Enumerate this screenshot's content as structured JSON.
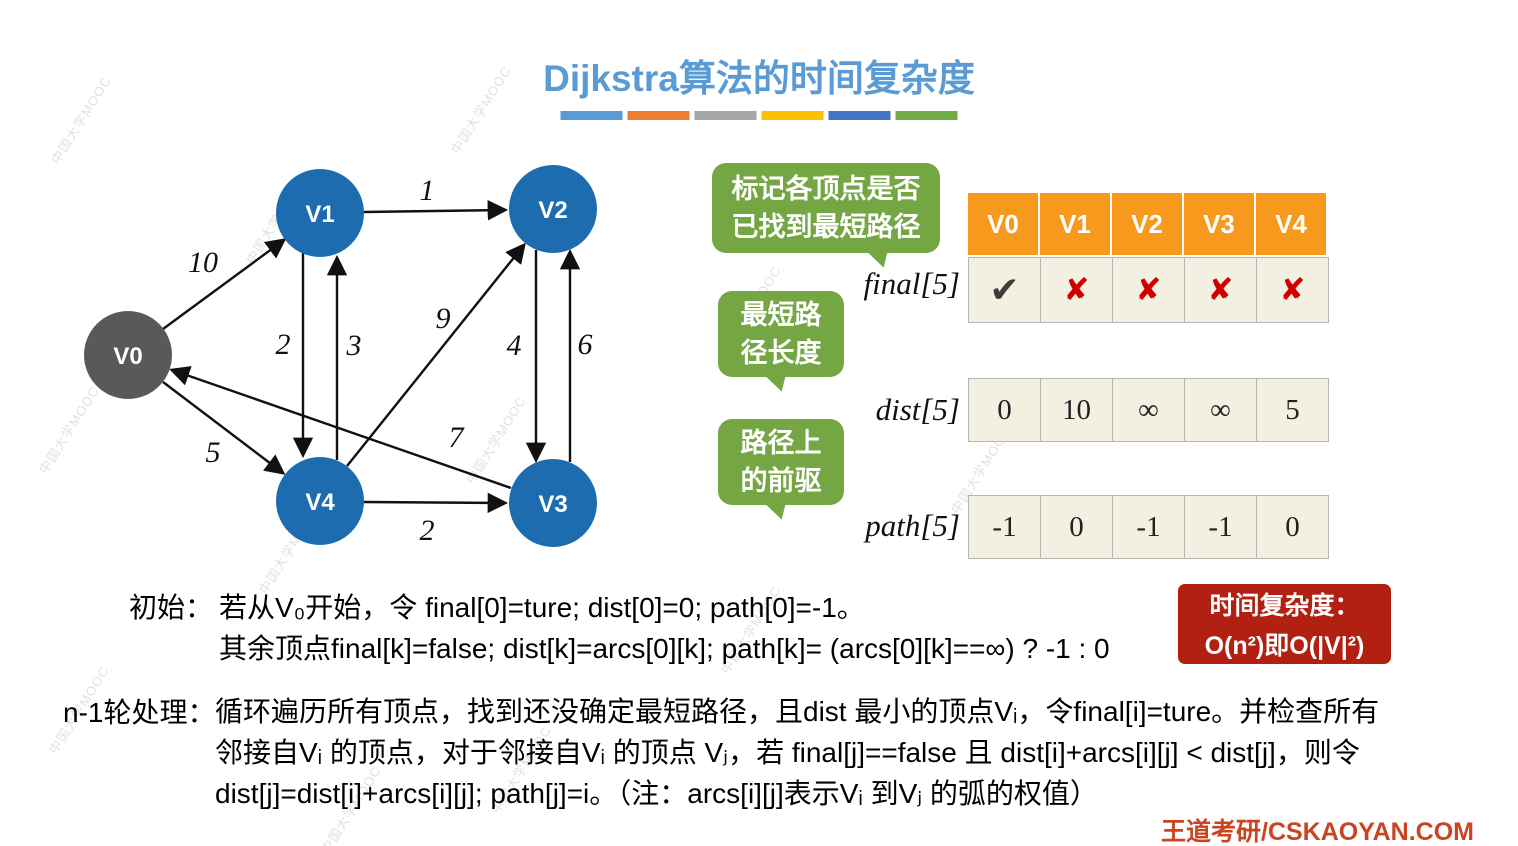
{
  "title": "Dijkstra算法的时间复杂度",
  "divider_colors": [
    "#5b9bd5",
    "#ed7d31",
    "#a6a6a6",
    "#ffc000",
    "#4472c4",
    "#70ad47"
  ],
  "graph": {
    "nodes": [
      {
        "label": "V0",
        "color": "#595959"
      },
      {
        "label": "V1",
        "color": "#1e6cb0"
      },
      {
        "label": "V2",
        "color": "#1e6cb0"
      },
      {
        "label": "V3",
        "color": "#1e6cb0"
      },
      {
        "label": "V4",
        "color": "#1e6cb0"
      }
    ],
    "edges": [
      {
        "from": "V0",
        "to": "V1",
        "weight": "10"
      },
      {
        "from": "V1",
        "to": "V2",
        "weight": "1"
      },
      {
        "from": "V1",
        "to": "V4",
        "weight": "2"
      },
      {
        "from": "V4",
        "to": "V1",
        "weight": "3"
      },
      {
        "from": "V4",
        "to": "V2",
        "weight": "9"
      },
      {
        "from": "V2",
        "to": "V3",
        "weight": "4"
      },
      {
        "from": "V3",
        "to": "V2",
        "weight": "6"
      },
      {
        "from": "V3",
        "to": "V0",
        "weight": "7"
      },
      {
        "from": "V0",
        "to": "V4",
        "weight": "5"
      },
      {
        "from": "V4",
        "to": "V3",
        "weight": "2"
      }
    ]
  },
  "callouts": {
    "final": {
      "line1": "标记各顶点是否",
      "line2": "已找到最短路径"
    },
    "dist": {
      "line1": "最短路",
      "line2": "径长度"
    },
    "path": {
      "line1": "路径上",
      "line2": "的前驱"
    }
  },
  "array_labels": {
    "final": "final[5]",
    "dist": "dist[5]",
    "path": "path[5]"
  },
  "table": {
    "headers": [
      "V0",
      "V1",
      "V2",
      "V3",
      "V4"
    ],
    "final": [
      "✔",
      "✘",
      "✘",
      "✘",
      "✘"
    ],
    "dist": [
      "0",
      "10",
      "∞",
      "∞",
      "5"
    ],
    "path": [
      "-1",
      "0",
      "-1",
      "-1",
      "0"
    ]
  },
  "notes": {
    "init_label": "初始：",
    "init_line1": "若从V₀开始，令 final[0]=ture; dist[0]=0; path[0]=-1。",
    "init_line2": "其余顶点final[k]=false;  dist[k]=arcs[0][k]; path[k]= (arcs[0][k]==∞) ? -1 : 0",
    "rounds_label": "n-1轮处理：",
    "rounds_text": "循环遍历所有顶点，找到还没确定最短路径，且dist 最小的顶点Vᵢ，令final[i]=ture。并检查所有邻接自Vᵢ 的顶点，对于邻接自Vᵢ 的顶点 Vⱼ，若 final[j]==false 且 dist[i]+arcs[i][j] < dist[j]，则令 dist[j]=dist[i]+arcs[i][j]; path[j]=i。（注：arcs[i][j]表示Vᵢ 到Vⱼ 的弧的权值）"
  },
  "complexity": {
    "line1": "时间复杂度：",
    "line2": "O(n²)即O(|V|²)"
  },
  "footer": "王道考研/CSKAOYAN.COM",
  "watermark": "中国大学MOOC",
  "colors": {
    "title_blue": "#5b9bd5",
    "node_blue": "#1e6cb0",
    "node_gray": "#595959",
    "header_orange": "#f7991d",
    "cell_cream": "#f3f0e2",
    "bubble_green": "#74a644",
    "complexity_red": "#b22012",
    "cross_red": "#d10000",
    "footer_red": "#cb4421"
  }
}
